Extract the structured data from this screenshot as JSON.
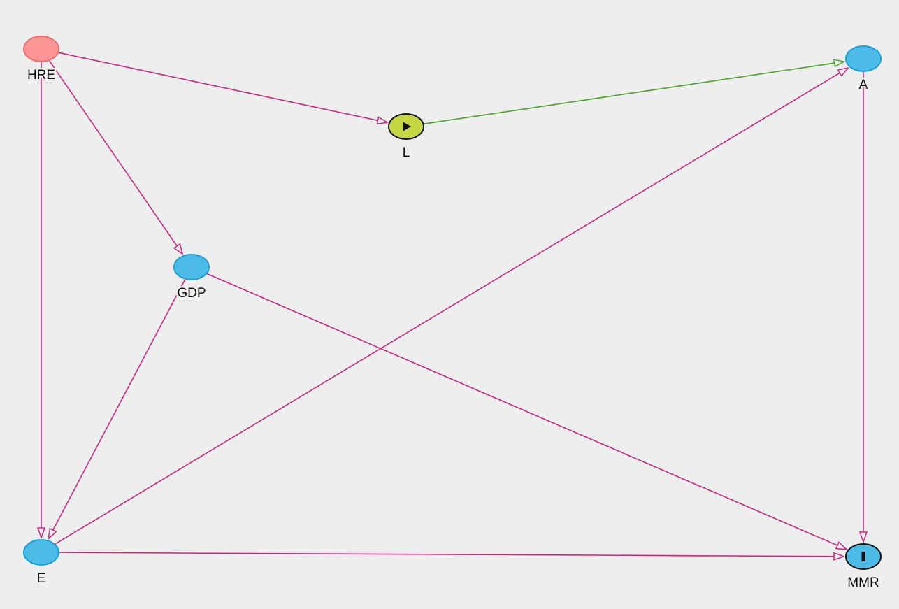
{
  "colors": {
    "background": "#eeeeee",
    "causal_edge": "#c8277f",
    "exposure_edge": "#4aa329",
    "adjusted_node_fill": "#ff9696",
    "adjusted_node_stroke": "#f26f6f",
    "ancestor_node_fill": "#4dbbe8",
    "ancestor_node_stroke": "#1c9fd6",
    "exposure_node_fill": "#c5d843",
    "outcome_node_fill": "#4dbbe8",
    "marked_node_stroke": "#111111"
  },
  "nodes": [
    {
      "id": "HRE",
      "label": "HRE",
      "role": "adjusted"
    },
    {
      "id": "L",
      "label": "L",
      "role": "exposure",
      "icon": "play-icon"
    },
    {
      "id": "A",
      "label": "A",
      "role": "ancestor"
    },
    {
      "id": "GDP",
      "label": "GDP",
      "role": "ancestor"
    },
    {
      "id": "E",
      "label": "E",
      "role": "ancestor"
    },
    {
      "id": "MMR",
      "label": "MMR",
      "role": "outcome",
      "icon": "bar-icon"
    }
  ],
  "edges": [
    {
      "from": "HRE",
      "to": "L",
      "kind": "causal"
    },
    {
      "from": "HRE",
      "to": "GDP",
      "kind": "causal"
    },
    {
      "from": "HRE",
      "to": "E",
      "kind": "causal"
    },
    {
      "from": "L",
      "to": "A",
      "kind": "exposure"
    },
    {
      "from": "A",
      "to": "MMR",
      "kind": "causal"
    },
    {
      "from": "GDP",
      "to": "E",
      "kind": "causal"
    },
    {
      "from": "GDP",
      "to": "MMR",
      "kind": "causal"
    },
    {
      "from": "E",
      "to": "A",
      "kind": "causal"
    },
    {
      "from": "E",
      "to": "MMR",
      "kind": "causal"
    }
  ]
}
